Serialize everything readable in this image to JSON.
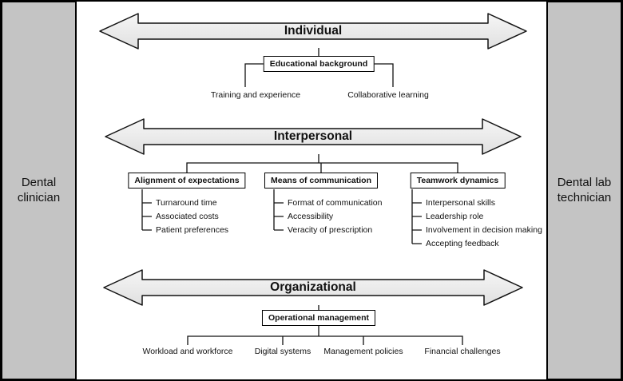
{
  "left_panel": {
    "label": "Dental clinician"
  },
  "right_panel": {
    "label": "Dental lab technician"
  },
  "sections": {
    "individual": {
      "arrow_label": "Individual",
      "box": "Educational background",
      "children": [
        "Training and experience",
        "Collaborative learning"
      ]
    },
    "interpersonal": {
      "arrow_label": "Interpersonal",
      "groups": [
        {
          "box": "Alignment of expectations",
          "items": [
            "Turnaround time",
            "Associated costs",
            "Patient preferences"
          ]
        },
        {
          "box": "Means of communication",
          "items": [
            "Format of communication",
            "Accessibility",
            "Veracity of prescription"
          ]
        },
        {
          "box": "Teamwork dynamics",
          "items": [
            "Interpersonal skills",
            "Leadership role",
            "Involvement in decision making",
            "Accepting feedback"
          ]
        }
      ]
    },
    "organizational": {
      "arrow_label": "Organizational",
      "box": "Operational management",
      "children": [
        "Workload and workforce",
        "Digital systems",
        "Management policies",
        "Financial challenges"
      ]
    }
  },
  "colors": {
    "panel_bg": "#c4c4c4",
    "arrow_fill": "#ececec",
    "line": "#1a1a1a"
  }
}
